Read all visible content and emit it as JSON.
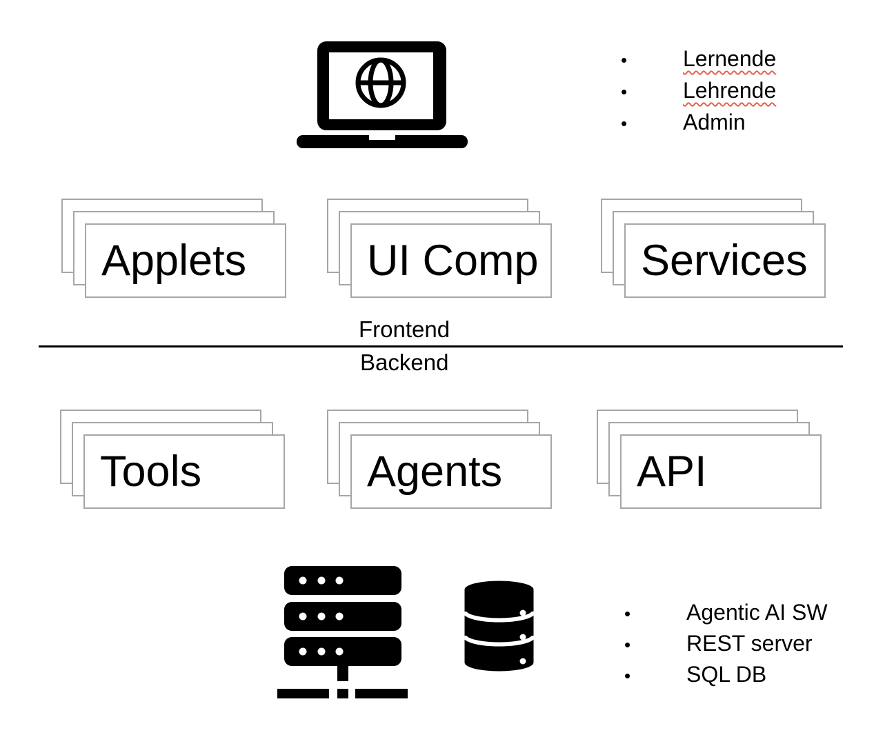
{
  "diagram": {
    "user_device": {
      "icon": "laptop-globe"
    },
    "user_roles": {
      "bullet": "•",
      "items": [
        {
          "label": "Lernende",
          "spellcheck_underline": true
        },
        {
          "label": "Lehrende",
          "spellcheck_underline": true
        },
        {
          "label": "Admin",
          "spellcheck_underline": false
        }
      ]
    },
    "frontend": {
      "stacks": [
        {
          "label": "Applets"
        },
        {
          "label": "UI Comp"
        },
        {
          "label": "Services"
        }
      ]
    },
    "layer_divider": {
      "top_label": "Frontend",
      "bottom_label": "Backend"
    },
    "backend": {
      "stacks": [
        {
          "label": "Tools"
        },
        {
          "label": "Agents"
        },
        {
          "label": "API"
        }
      ]
    },
    "infrastructure": {
      "icons": [
        "server-rack",
        "database"
      ],
      "bullet": "•",
      "items": [
        {
          "label": "Agentic AI SW"
        },
        {
          "label": "REST server"
        },
        {
          "label": "SQL DB"
        }
      ]
    },
    "colors": {
      "card_border": "#a6a6a6",
      "text": "#000000",
      "icon_fill": "#000000",
      "divider_line": "#000000",
      "spellcheck_underline": "#e8604c"
    }
  }
}
